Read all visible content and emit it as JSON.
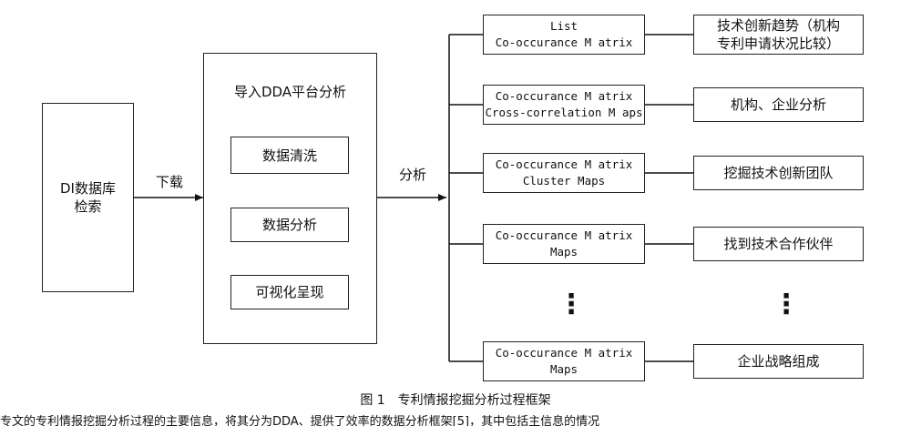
{
  "search_box": {
    "line1": "DI数据库",
    "line2": "检索"
  },
  "arrow_download_label": "下载",
  "platform": {
    "title": "导入DDA平台分析",
    "steps": [
      "数据清洗",
      "数据分析",
      "可视化呈现"
    ]
  },
  "arrow_analysis_label": "分析",
  "methods": [
    {
      "line1": "List",
      "line2": "Co-occurance M atrix"
    },
    {
      "line1": "Co-occurance M atrix",
      "line2": "Cross-correlation M aps"
    },
    {
      "line1": "Co-occurance M atrix",
      "line2": "Cluster Maps"
    },
    {
      "line1": "Co-occurance M atrix",
      "line2": "Maps"
    },
    {
      "line1": "Co-occurance M atrix",
      "line2": "Maps"
    }
  ],
  "outcomes": [
    {
      "line1": "技术创新趋势（机构",
      "line2": "专利申请状况比较）"
    },
    {
      "line1": "机构、企业分析",
      "line2": ""
    },
    {
      "line1": "挖掘技术创新团队",
      "line2": ""
    },
    {
      "line1": "找到技术合作伙伴",
      "line2": ""
    },
    {
      "line1": "企业战略组成",
      "line2": ""
    }
  ],
  "ellipsis": "⋮",
  "caption": "图 1　专利情报挖掘分析过程框架",
  "bottom_text": "专文的专利情报挖掘分析过程的主要信息，将其分为DDA、提供了效率的数据分析框架[5]，其中包括主信息的情况"
}
